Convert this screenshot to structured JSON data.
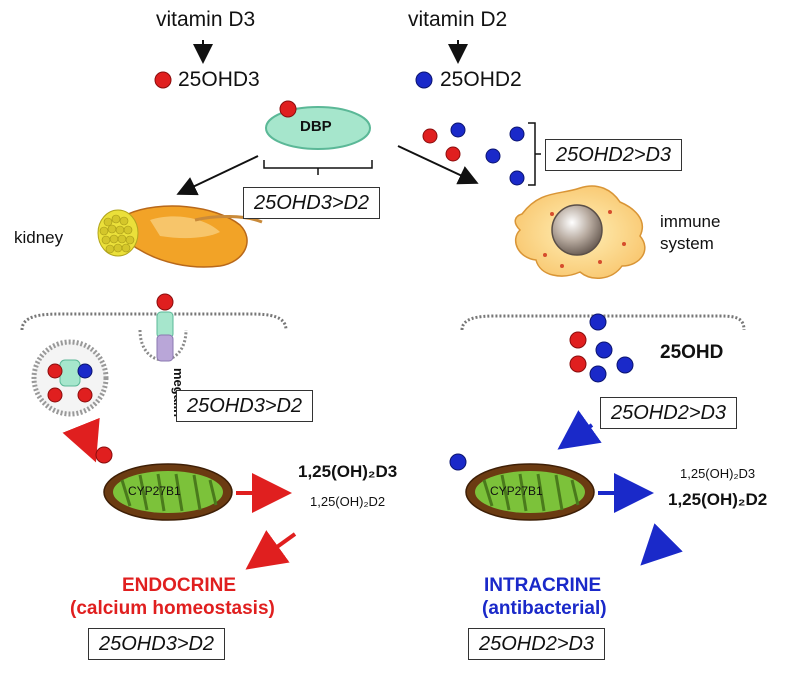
{
  "sources": {
    "d3": "vitamin D3",
    "d2": "vitamin D2"
  },
  "metabolites": {
    "d3": "25OHD3",
    "d2": "25OHD2"
  },
  "dbp_label": "DBP",
  "ratio_boxes": {
    "top_right": "25OHD2>D3",
    "top_left": "25OHD3>D2",
    "megalin": "25OHD3>D2",
    "immune_uptake": "25OHD2>D3",
    "endocrine": "25OHD3>D2",
    "intracrine": "25OHD2>D3"
  },
  "organs": {
    "kidney": "kidney",
    "immune_line1": "immune",
    "immune_line2": "system"
  },
  "megalin_label": "megalin",
  "free_label": "25OHD",
  "enzyme": {
    "left": "CYP27B1",
    "right": "CYP27B1"
  },
  "products": {
    "left_major": "1,25(OH)₂D3",
    "left_minor": "1,25(OH)₂D2",
    "right_minor": "1,25(OH)₂D3",
    "right_major": "1,25(OH)₂D2"
  },
  "outcomes": {
    "endocrine_title": "ENDOCRINE",
    "endocrine_sub": "(calcium homeostasis)",
    "intracrine_title": "INTRACRINE",
    "intracrine_sub": "(antibacterial)"
  },
  "colors": {
    "d3_dot": "#e01f1f",
    "d2_dot": "#1a29c9",
    "dbp_fill": "#9fe3c8",
    "mito_outer": "#6b3b12",
    "mito_inner": "#7cc23a"
  }
}
